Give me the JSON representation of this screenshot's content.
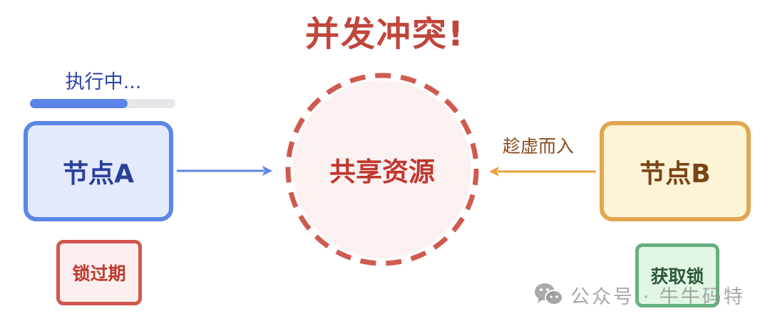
{
  "title": "并发冲突!",
  "node_a": {
    "status_label": "执行中...",
    "progress_percent": 67,
    "label": "节点A",
    "tag": "锁过期"
  },
  "shared_resource": {
    "label": "共享资源"
  },
  "node_b": {
    "arrow_label": "趁虚而入",
    "label": "节点B",
    "tag": "获取锁"
  },
  "watermark": {
    "icon": "wechat-icon",
    "text": "公众号 · 牛牛码特"
  },
  "colors": {
    "title_red": "#c0463b",
    "node_a_border": "#5a86e6",
    "node_a_fill": "#e2eafb",
    "node_b_border": "#e0a64f",
    "node_b_fill": "#fcf4d4",
    "resource_border": "#d0584e",
    "resource_fill": "#fcf1f1",
    "acquire_border": "#68b07e",
    "acquire_fill": "#e1f6e5"
  }
}
